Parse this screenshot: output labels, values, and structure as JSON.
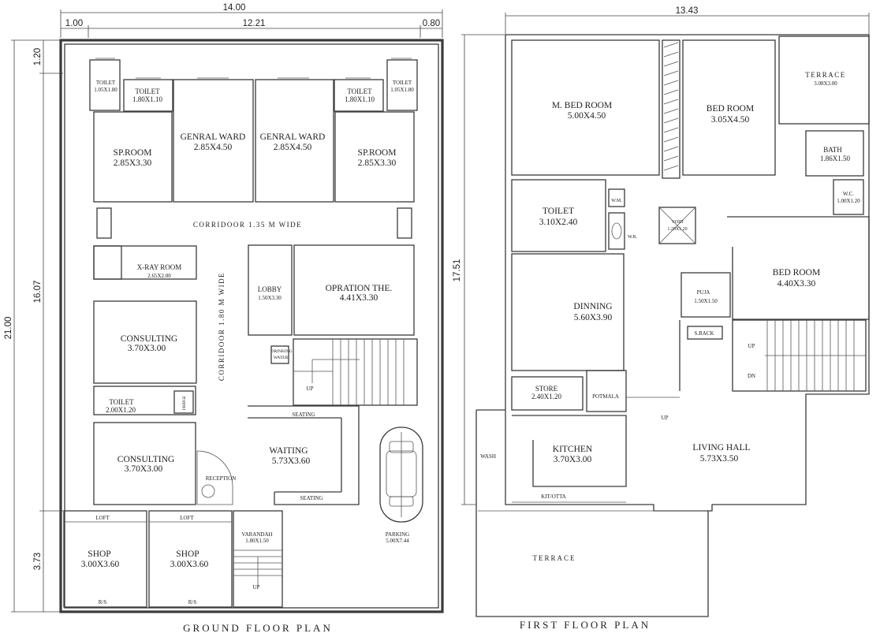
{
  "dimensions": {
    "gf_width": "14.00",
    "gf_left": "1.00",
    "gf_mid": "12.21",
    "gf_right": "0.80",
    "gf_height": "21.00",
    "gf_top": "1.20",
    "gf_middle": "16.07",
    "gf_bottom": "3.73",
    "ff_width": "13.43",
    "ff_height": "17.51"
  },
  "ground_floor": {
    "title": "GROUND FLOOR PLAN",
    "toilet_l_small": {
      "name": "TOILET",
      "size": "1.05X1.80"
    },
    "toilet_l": {
      "name": "TOILET",
      "size": "1.80X1.10"
    },
    "toilet_r": {
      "name": "TOILET",
      "size": "1.80X1.10"
    },
    "toilet_r_small": {
      "name": "TOILET",
      "size": "1.05X1.80"
    },
    "genral_ward_1": {
      "name": "GENRAL WARD",
      "size": "2.85X4.50"
    },
    "genral_ward_2": {
      "name": "GENRAL WARD",
      "size": "2.85X4.50"
    },
    "sp_room_l": {
      "name": "SP.ROOM",
      "size": "2.85X3.30"
    },
    "sp_room_r": {
      "name": "SP.ROOM",
      "size": "2.85X3.30"
    },
    "corridor_h": "CORRIDOOR 1.35 M WIDE",
    "corridor_v": "CORRIDOOR 1.80 M WIDE",
    "xray": {
      "name": "X-RAY ROOM",
      "size": "2.65X2.00"
    },
    "lobby": {
      "name": "LOBBY",
      "size": "1.50X3.30"
    },
    "operation": {
      "name": "OPRATION THE.",
      "size": "4.41X3.30"
    },
    "consulting_1": {
      "name": "CONSULTING",
      "size": "3.70X3.00"
    },
    "consulting_2": {
      "name": "CONSULTING",
      "size": "3.70X3.00"
    },
    "drinking_water": [
      "DRINKING",
      "WATER"
    ],
    "toilet_mid": {
      "name": "TOILET",
      "size": "2.00X1.20"
    },
    "fridge": "FRIDGE",
    "up": "UP",
    "seating_1": "SEATING",
    "seating_2": "SEATING",
    "waiting": {
      "name": "WAITING",
      "size": "5.73X3.60"
    },
    "reception": "RECEPTION",
    "loft_1": "LOFT",
    "loft_2": "LOFT",
    "shop_1": {
      "name": "SHOP",
      "size": "3.00X3.60"
    },
    "shop_2": {
      "name": "SHOP",
      "size": "3.00X3.60"
    },
    "rs_1": "R/S",
    "rs_2": "R/S",
    "varandah": {
      "name": "VARANDAH",
      "size": "1.80X1.50"
    },
    "up_2": "UP",
    "parking": {
      "name": "PARKING",
      "size": "5.00X7.44"
    }
  },
  "first_floor": {
    "title": "FIRST FLOOR PLAN",
    "m_bed": {
      "name": "M. BED ROOM",
      "size": "5.00X4.50"
    },
    "bed_1": {
      "name": "BED ROOM",
      "size": "3.05X4.50"
    },
    "terrace_top": {
      "name": "TERRACE",
      "size": "3.08X3.00"
    },
    "bath": {
      "name": "BATH",
      "size": "1.86X1.50"
    },
    "wc": {
      "name": "W.C.",
      "size": "1.00X1.20"
    },
    "toilet": {
      "name": "TOILET",
      "size": "3.10X2.40"
    },
    "wm": "W.M.",
    "wb": "W.B.",
    "void": {
      "name": "VOID",
      "size": "1.20X1.20"
    },
    "bed_2": {
      "name": "BED ROOM",
      "size": "4.40X3.30"
    },
    "puja": {
      "name": "PUJA",
      "size": "1.50X1.50"
    },
    "s_rack": "S.RACK",
    "dinning": {
      "name": "DINNING",
      "size": "5.60X3.90"
    },
    "up": "UP",
    "dn": "DN",
    "up_2": "UP",
    "store": {
      "name": "STORE",
      "size": "2.40X1.20"
    },
    "potmala": "POTMALA",
    "wash": "WASH",
    "kitchen": {
      "name": "KITCHEN",
      "size": "3.70X3.00"
    },
    "kit_otta": "KIT/OTTA",
    "living": {
      "name": "LIVING HALL",
      "size": "5.73X3.50"
    },
    "terrace_bottom": "TERRACE"
  }
}
